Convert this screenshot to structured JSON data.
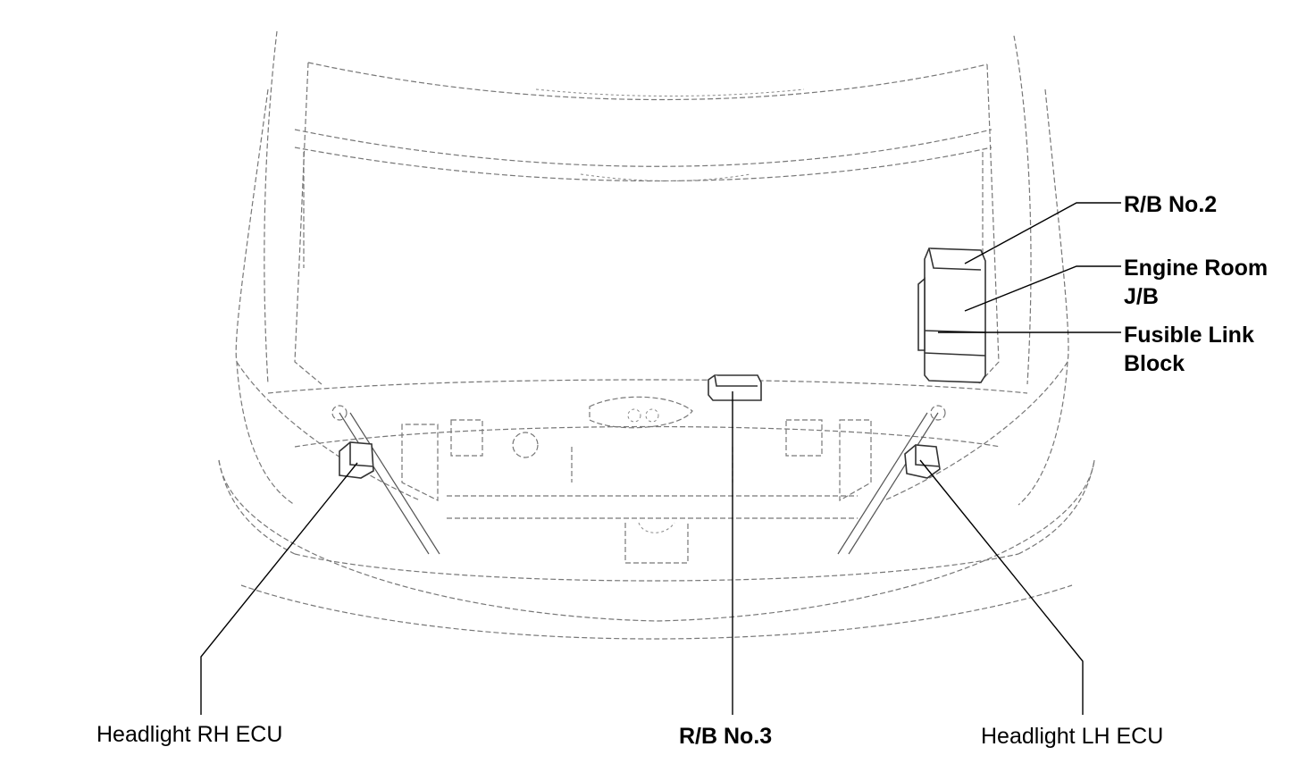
{
  "labels": {
    "rb_no2": "R/B No.2",
    "engine_room_jb_line1": "Engine Room",
    "engine_room_jb_line2": "J/B",
    "fusible_link_line1": "Fusible Link",
    "fusible_link_line2": "Block",
    "headlight_rh_ecu": "Headlight RH ECU",
    "rb_no3": "R/B No.3",
    "headlight_lh_ecu": "Headlight LH ECU"
  }
}
